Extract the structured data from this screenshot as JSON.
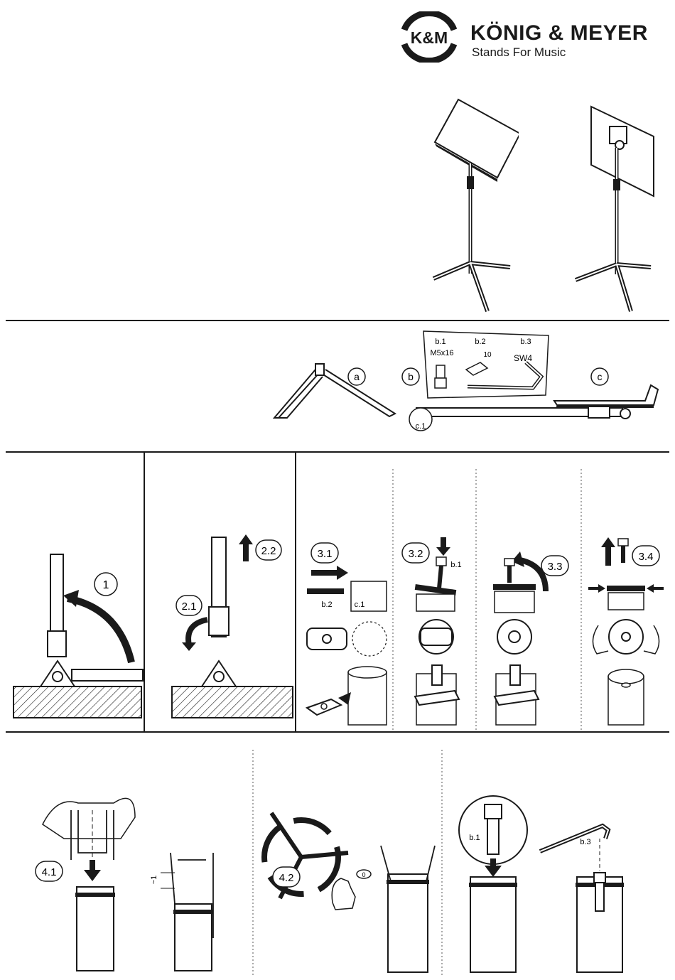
{
  "brand": {
    "logo_text": "K&M",
    "name": "KÖNIG & MEYER",
    "tagline": "Stands For Music"
  },
  "parts": {
    "a": "a",
    "b": "b",
    "c": "c",
    "c1": "c.1",
    "b1": "b.1",
    "b1_size": "M5x16",
    "b2": "b.2",
    "b2_size": "10",
    "b3": "b.3",
    "b3_size": "SW4"
  },
  "steps": {
    "s1": "1",
    "s2_1": "2.1",
    "s2_2": "2.2",
    "s3_1": "3.1",
    "s3_2": "3.2",
    "s3_3": "3.3",
    "s3_4": "3.4",
    "s4_1": "4.1",
    "s4_2": "4.2"
  },
  "labels": {
    "step3_b2": "b.2",
    "step3_c1": "c.1",
    "step3_b1": "b.1",
    "step4_b1": "b.1",
    "step4_b3": "b.3",
    "step4_gap": "~1",
    "step4_zero": "0"
  }
}
